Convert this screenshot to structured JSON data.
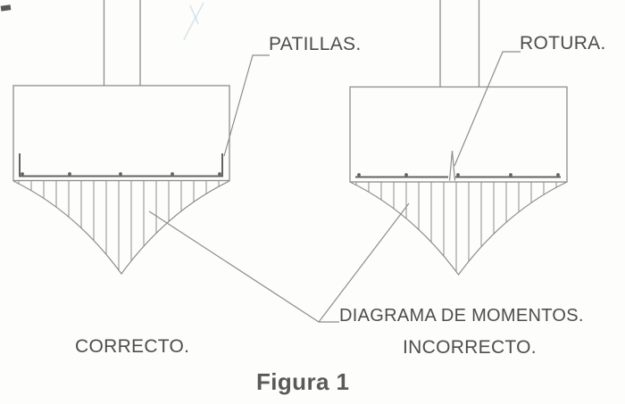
{
  "figure": {
    "caption": "Figura 1",
    "labels": {
      "patillas": "PATILLAS.",
      "rotura": "ROTURA.",
      "diagrama_momentos": "DIAGRAMA DE MOMENTOS.",
      "correcto": "CORRECTO.",
      "incorrecto": "INCORRECTO."
    },
    "colors": {
      "background": "#fdfdfb",
      "line": "#8d8d8d",
      "rebar": "#636363",
      "text": "#4d4d4d",
      "caption": "#595959",
      "pen": "#b9d2e2"
    }
  }
}
